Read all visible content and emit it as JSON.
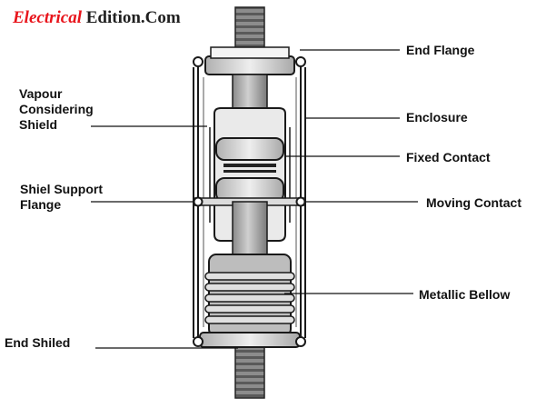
{
  "brand": {
    "part1": "Electrical",
    "part2": " Edition.Com"
  },
  "labels": {
    "end_flange": "End Flange",
    "enclosure": "Enclosure",
    "fixed_contact": "Fixed Contact",
    "moving_contact": "Moving Contact",
    "metallic_bellow": "Metallic Bellow",
    "vapour_shield": [
      "Vapour",
      "Considering",
      "Shield"
    ],
    "shield_support": [
      "Shiel Support",
      "Flange"
    ],
    "end_shield": "End Shiled"
  },
  "colors": {
    "brand_red": "#e8141b",
    "ink": "#111111",
    "metal_light": "#e9e9e9",
    "metal_mid": "#cfcfcf",
    "metal_dark": "#9a9a9a"
  }
}
